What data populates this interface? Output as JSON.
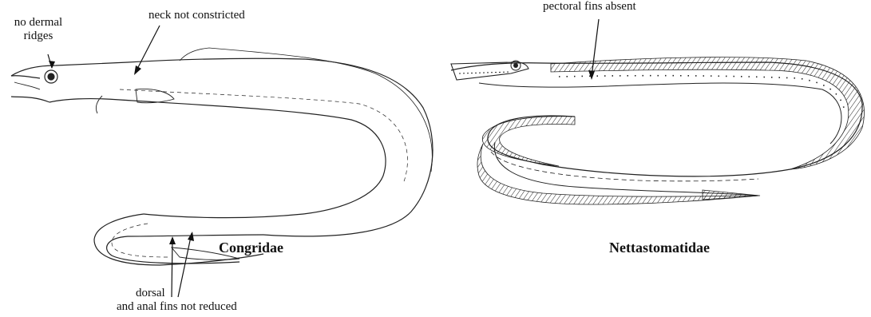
{
  "congridae": {
    "name": "Congridae",
    "label_no_dermal_ridges": {
      "line1": "no dermal",
      "line2": "ridges"
    },
    "label_neck": "neck not constricted",
    "label_fins": {
      "line1": "dorsal",
      "line2": "and anal fins not reduced"
    }
  },
  "nettastomatidae": {
    "name": "Nettastomatidae",
    "label_pectoral": "pectoral fins absent"
  }
}
